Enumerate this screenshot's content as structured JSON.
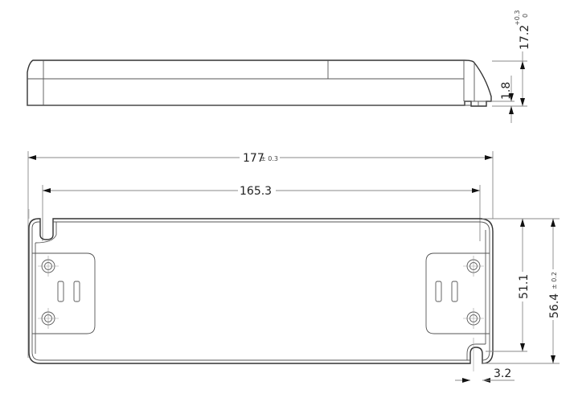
{
  "dimensions": {
    "height_total": {
      "value": "17.2",
      "tol_upper": "+0.3",
      "tol_lower": "0"
    },
    "foot_height": {
      "value": "1.8"
    },
    "length_total": {
      "value": "177",
      "tol": "± 0.3"
    },
    "hole_spacing": {
      "value": "165.3"
    },
    "inner_width": {
      "value": "51.1"
    },
    "width_total": {
      "value": "56.4",
      "tol": "± 0.2"
    },
    "slot_width": {
      "value": "3.2"
    }
  },
  "colors": {
    "line": "#333333",
    "dimension": "#888888"
  }
}
